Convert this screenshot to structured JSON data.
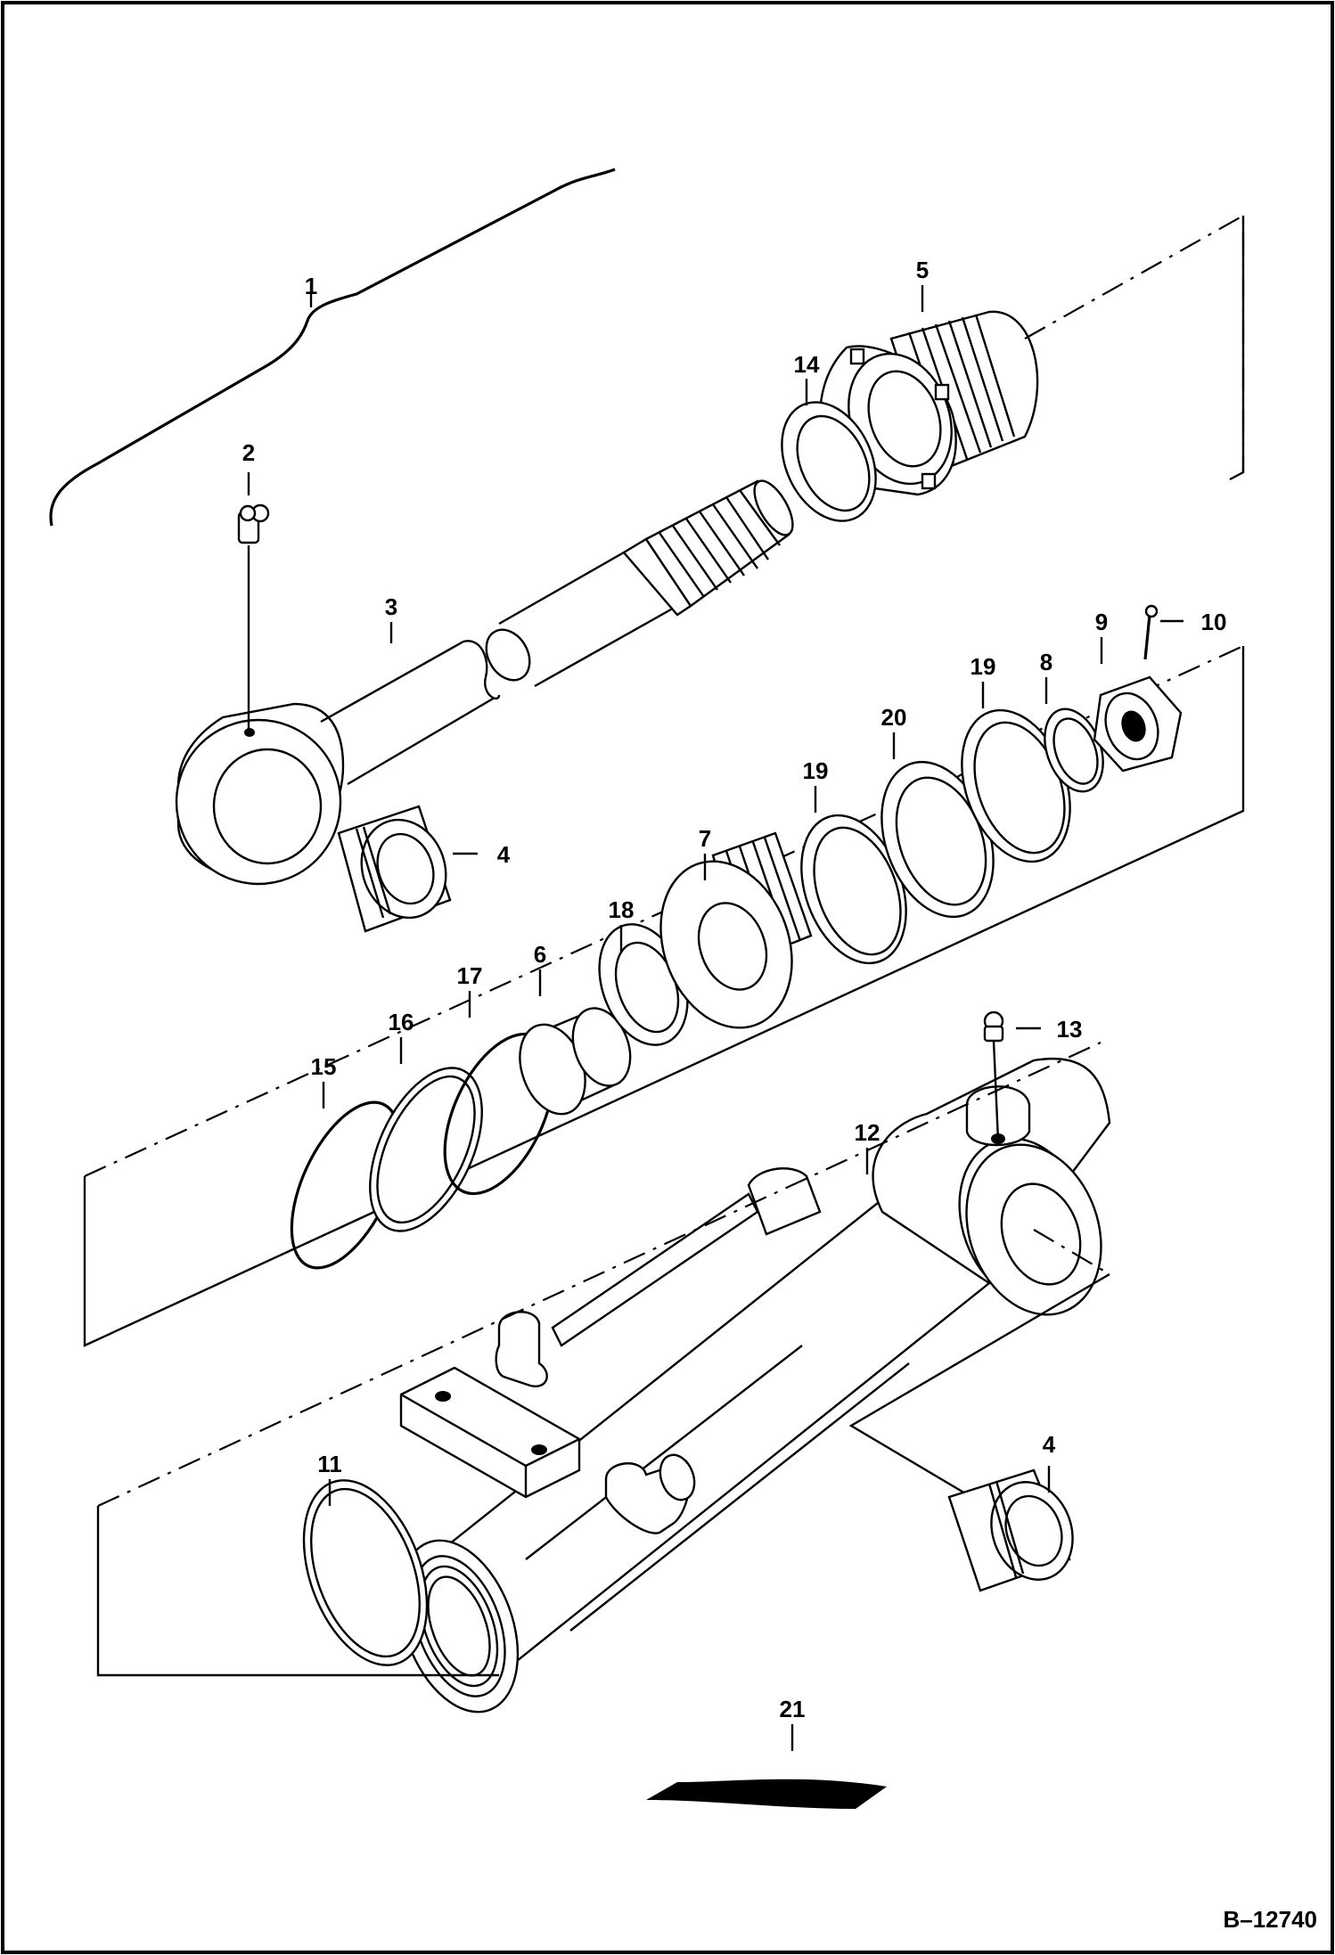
{
  "drawing": {
    "title": "",
    "figure_number": "B–12740"
  },
  "callouts": [
    {
      "id": "c1",
      "text": "1"
    },
    {
      "id": "c2",
      "text": "2"
    },
    {
      "id": "c3",
      "text": "3"
    },
    {
      "id": "c4a",
      "text": "4"
    },
    {
      "id": "c4b",
      "text": "4"
    },
    {
      "id": "c5",
      "text": "5"
    },
    {
      "id": "c6",
      "text": "6"
    },
    {
      "id": "c7",
      "text": "7"
    },
    {
      "id": "c8",
      "text": "8"
    },
    {
      "id": "c9",
      "text": "9"
    },
    {
      "id": "c10",
      "text": "10"
    },
    {
      "id": "c11",
      "text": "11"
    },
    {
      "id": "c12",
      "text": "12"
    },
    {
      "id": "c13",
      "text": "13"
    },
    {
      "id": "c14",
      "text": "14"
    },
    {
      "id": "c15",
      "text": "15"
    },
    {
      "id": "c16",
      "text": "16"
    },
    {
      "id": "c17",
      "text": "17"
    },
    {
      "id": "c18",
      "text": "18"
    },
    {
      "id": "c19a",
      "text": "19"
    },
    {
      "id": "c19b",
      "text": "19"
    },
    {
      "id": "c20",
      "text": "20"
    },
    {
      "id": "c21",
      "text": "21"
    }
  ]
}
